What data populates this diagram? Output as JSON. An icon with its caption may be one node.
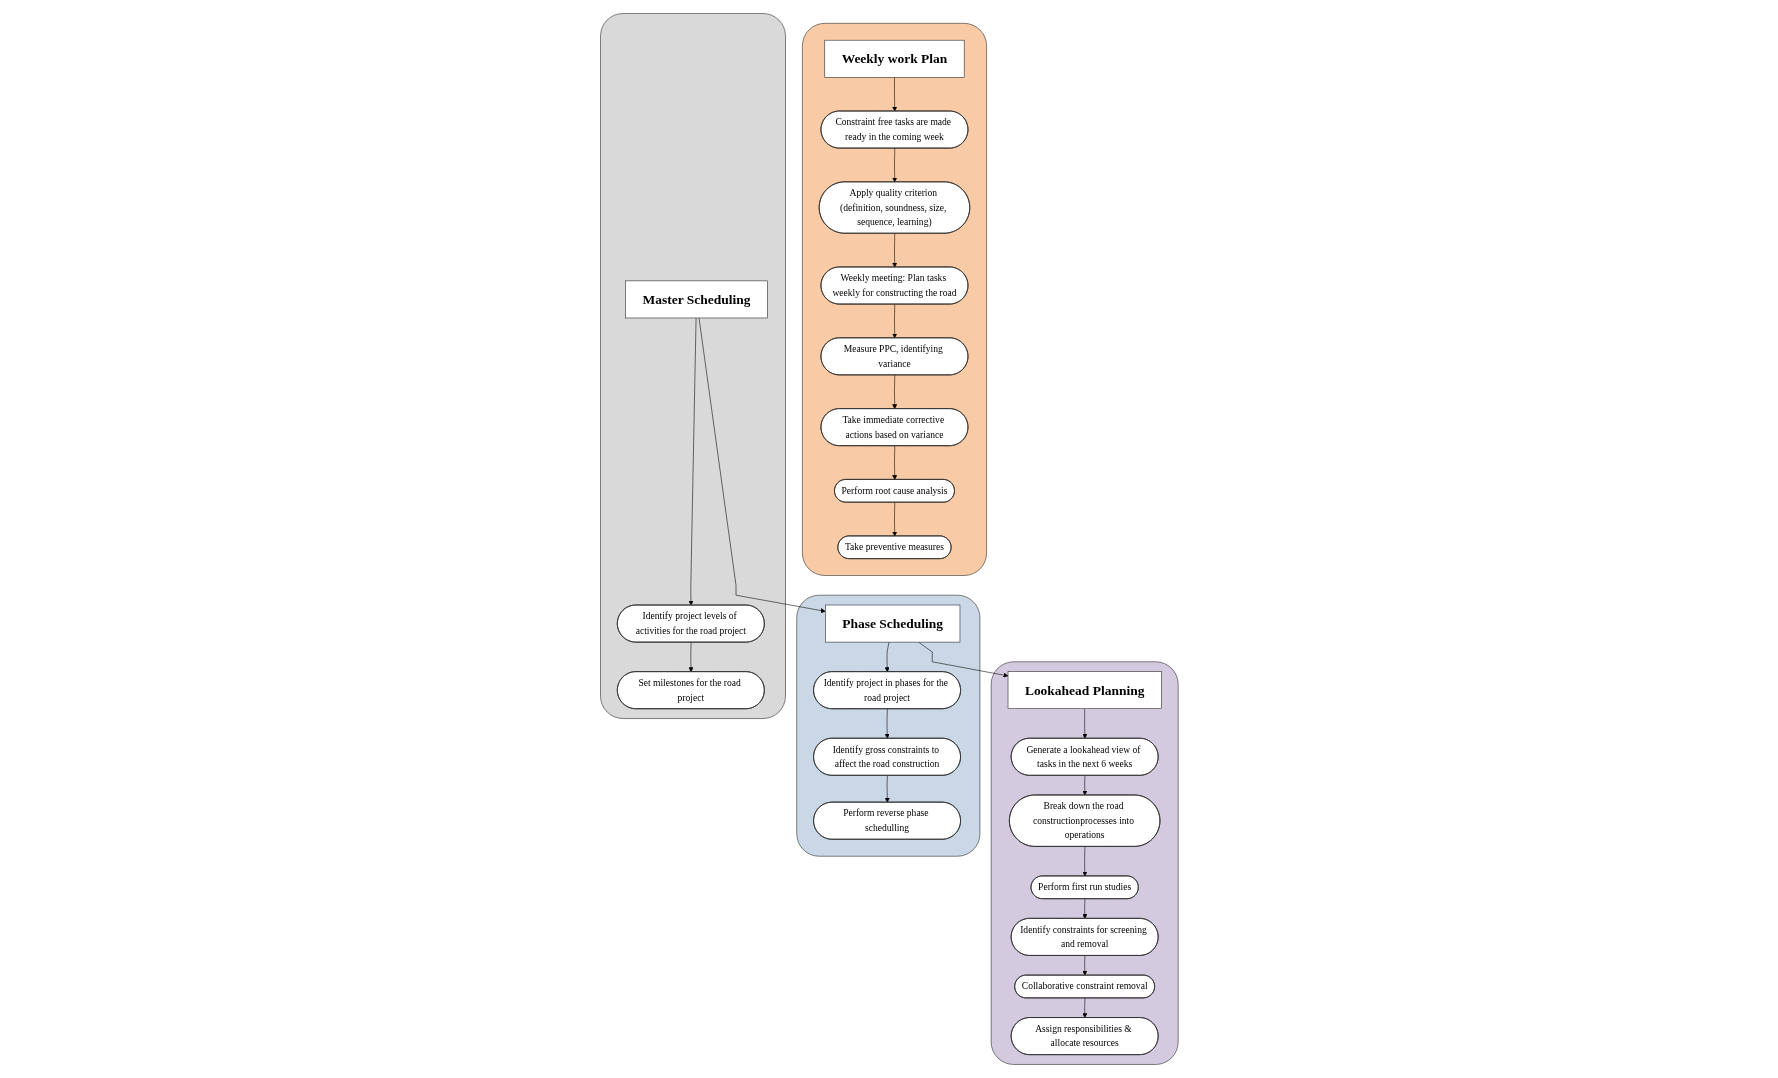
{
  "diagram": {
    "nodes": [
      {
        "text": [],
        "shape": "box"
      },
      {
        "text": [
          "Master Scheduling"
        ],
        "in": 0
      },
      {
        "text": [
          "Identify project levels of activities for the road project"
        ],
        "in": 0
      },
      {
        "text": [
          "Set milestones for the road project"
        ],
        "in": 0
      },
      {
        "text": [],
        "shape": "box"
      },
      {
        "text": [
          "Phase Scheduling"
        ],
        "in": 4
      },
      {
        "text": [
          "Identify project in phases for the road project"
        ],
        "in": 4
      },
      {
        "text": [
          "Identify gross constraints to affect the road construction"
        ],
        "in": 4
      },
      {
        "text": [
          "Perform reverse phase schedulling"
        ],
        "in": 4
      },
      {
        "text": [],
        "shape": "box"
      },
      {
        "text": [
          "Lookahead Planning"
        ],
        "in": 9
      },
      {
        "text": [
          "Generate a lookahead view of tasks in the next 6 weeks"
        ],
        "in": 9
      },
      {
        "text": [
          "Break down the road constructionprocesses into operations"
        ],
        "in": 9
      },
      {
        "text": [
          "Perform first run studies"
        ],
        "in": 9
      },
      {
        "text": [
          "Identify constraints for screening and removal"
        ],
        "in": 9
      },
      {
        "text": [
          "Collaborative constraint removal"
        ],
        "in": 9
      },
      {
        "text": [
          "Assign responsibilities & allocate resources"
        ],
        "in": 9
      },
      {
        "text": [],
        "shape": "box"
      },
      {
        "text": [
          "Weekly work Plan"
        ],
        "in": 17
      },
      {
        "text": [
          "Constraint free tasks are made ready in the coming week"
        ],
        "in": 17
      },
      {
        "text": [
          "Apply quality criterion (definition, soundness, size, sequence, learning)"
        ],
        "in": 17
      },
      {
        "text": [
          "Weekly meeting: Plan tasks weekly for constructing the road"
        ],
        "in": 17
      },
      {
        "text": [
          "Measure PPC, identifying variance"
        ],
        "in": 17
      },
      {
        "text": [
          "Take immediate corrective actions based on variance"
        ],
        "in": 17
      },
      {
        "text": [
          "Perform root cause analysis"
        ],
        "in": 17
      },
      {
        "text": [
          "Take preventive measures"
        ],
        "in": 17
      }
    ],
    "edges": [
      {
        "from": 1,
        "to": 5,
        "arrow": "to"
      },
      {
        "from": 5,
        "to": 10,
        "arrow": "to"
      },
      {
        "from": 1,
        "to": 2,
        "arrow": "to"
      },
      {
        "from": 2,
        "to": 3,
        "arrow": "to"
      },
      {
        "from": 5,
        "to": 6,
        "arrow": "to"
      },
      {
        "from": 6,
        "to": 7,
        "arrow": "to"
      },
      {
        "from": 7,
        "to": 8,
        "arrow": "to"
      },
      {
        "from": 10,
        "to": 11,
        "arrow": "to"
      },
      {
        "from": 11,
        "to": 12,
        "arrow": "to"
      },
      {
        "from": 12,
        "to": 13,
        "arrow": "to"
      },
      {
        "from": 13,
        "to": 14,
        "arrow": "to"
      },
      {
        "from": 14,
        "to": 15,
        "arrow": "to"
      },
      {
        "from": 15,
        "to": 16,
        "arrow": "to"
      },
      {
        "from": 18,
        "to": 19,
        "arrow": "to"
      },
      {
        "from": 19,
        "to": 20,
        "arrow": "to"
      },
      {
        "from": 20,
        "to": 21,
        "arrow": "to"
      },
      {
        "from": 21,
        "to": 22,
        "arrow": "to"
      },
      {
        "from": 22,
        "to": 23,
        "arrow": "to"
      },
      {
        "from": 23,
        "to": 24,
        "arrow": "to"
      },
      {
        "from": 24,
        "to": 25,
        "arrow": "to"
      }
    ]
  }
}
